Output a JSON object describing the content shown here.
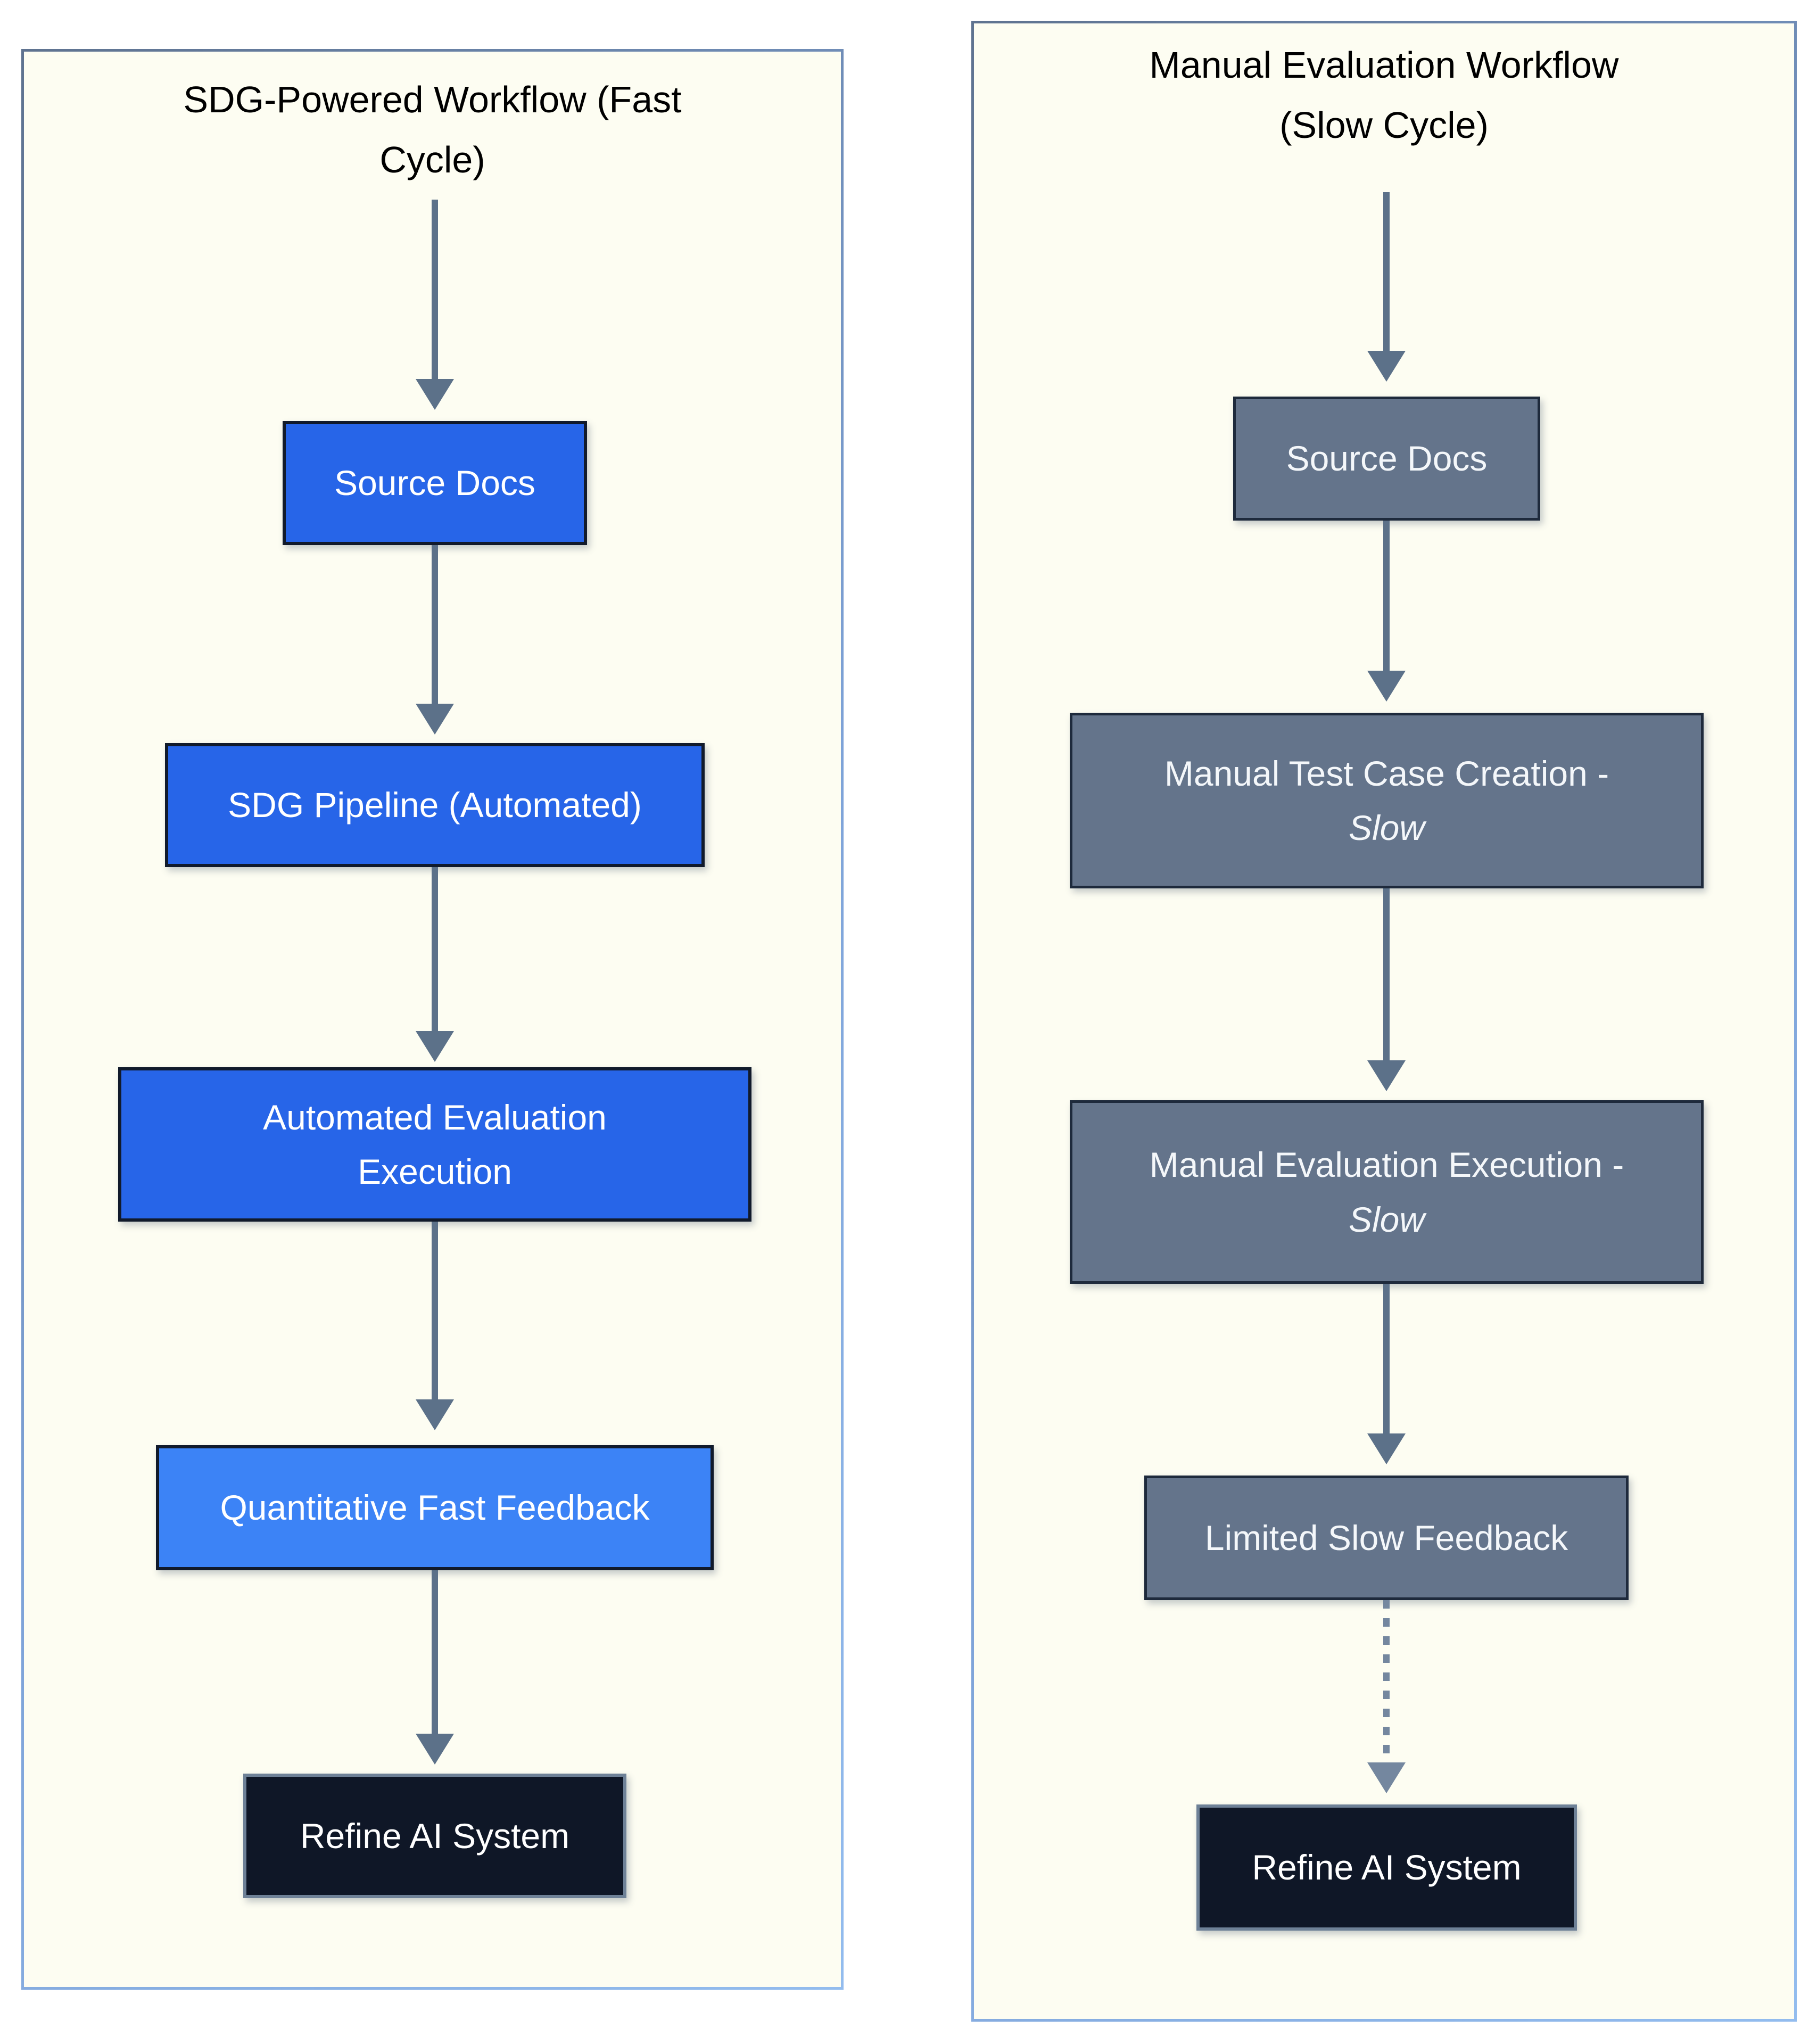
{
  "colors": {
    "page_background": "#FFFFFF",
    "panel_background": "#FDFDF2",
    "panel_border_gradient": [
      "#5F7390",
      "#93BCEE"
    ],
    "fast_box_blue": "#2765E8",
    "fast_feedback_lightblue": "#3C83F6",
    "slow_box_slate": "#64748B",
    "refine_box_dark_navy": "#0F1727",
    "blue_box_border": "#111A2B",
    "slate_box_border": "#1E2A3C",
    "dark_box_border": "#6E8197",
    "arrow_solid": "#5C7189",
    "arrow_dotted": "#74879F",
    "box_text": "#FFFFFF",
    "title_text": "#000000"
  },
  "panels": [
    {
      "id": "sdg-fast-cycle",
      "title_line1": "SDG-Powered Workflow (Fast",
      "title_line2": "Cycle)",
      "nodes": [
        {
          "label": "Source Docs"
        },
        {
          "label": "SDG Pipeline (Automated)"
        },
        {
          "label_line1": "Automated Evaluation",
          "label_line2": "Execution"
        },
        {
          "label": "Quantitative Fast Feedback"
        },
        {
          "label": "Refine AI System"
        }
      ],
      "arrow_styles": [
        "solid",
        "solid",
        "solid",
        "solid",
        "solid"
      ]
    },
    {
      "id": "manual-slow-cycle",
      "title_line1": "Manual Evaluation Workflow",
      "title_line2": "(Slow Cycle)",
      "nodes": [
        {
          "label": "Source Docs"
        },
        {
          "label_line1": "Manual Test Case Creation -",
          "label_line2": "Slow"
        },
        {
          "label_line1": "Manual Evaluation Execution -",
          "label_line2": "Slow"
        },
        {
          "label": "Limited Slow Feedback"
        },
        {
          "label": "Refine AI System"
        }
      ],
      "arrow_styles": [
        "solid",
        "solid",
        "solid",
        "solid",
        "dotted"
      ]
    }
  ]
}
